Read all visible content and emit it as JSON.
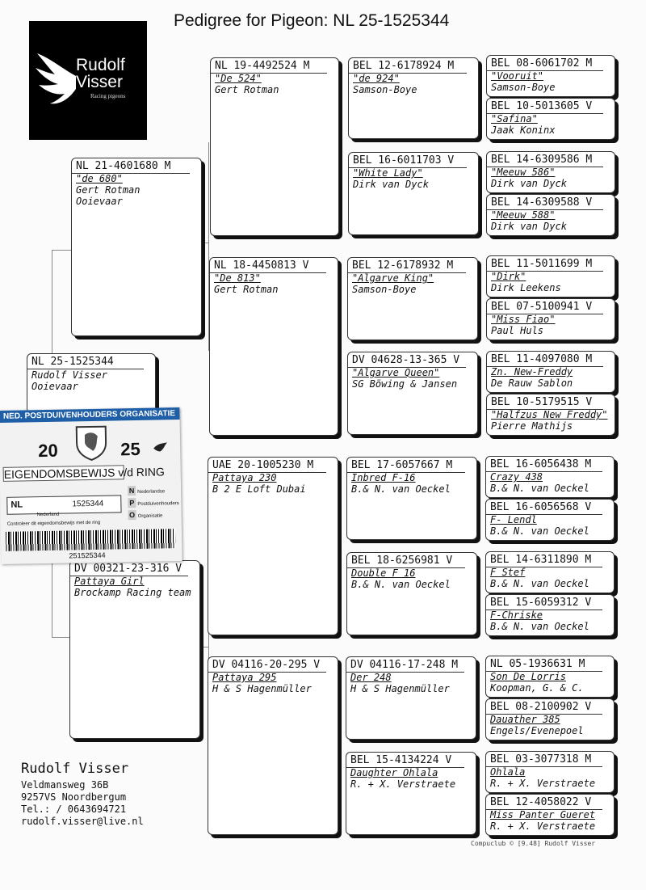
{
  "title": "Pedigree for Pigeon: NL  25-1525344",
  "logo": {
    "name_line1": "Rudolf",
    "name_line2": "Visser",
    "subtitle": "Racing pigeons",
    "icon": "wing-icon"
  },
  "pigeons": {
    "subject": {
      "ring": "NL  25-1525344",
      "name": "",
      "breeder": "Rudolf Visser",
      "extra": "Ooievaar"
    },
    "sire": {
      "ring": "NL  21-4601680 M",
      "name": "\"de 680\"",
      "breeder": "Gert Rotman",
      "extra": "Ooievaar"
    },
    "dam": {
      "ring": "DV  00321-23-316 V",
      "name": "Pattaya Girl",
      "breeder": "Brockamp Racing team"
    },
    "ss": {
      "ring": "NL  19-4492524 M",
      "name": "\"De 524\"",
      "breeder": "Gert Rotman"
    },
    "sd": {
      "ring": "NL  18-4450813 V",
      "name": "\"De 813\"",
      "breeder": "Gert Rotman"
    },
    "ds": {
      "ring": "UAE 20-1005230 M",
      "name": "Pattaya 230",
      "breeder": "B 2 E Loft Dubai"
    },
    "dd": {
      "ring": "DV  04116-20-295 V",
      "name": "Pattaya 295",
      "breeder": "H & S Hagenmüller"
    },
    "sss": {
      "ring": "BEL 12-6178924 M",
      "name": "\"de 924\"",
      "breeder": "Samson-Boye"
    },
    "ssd": {
      "ring": "BEL 16-6011703 V",
      "name": "\"White Lady\"",
      "breeder": "Dirk van Dyck"
    },
    "sds": {
      "ring": "BEL 12-6178932 M",
      "name": "\"Algarve King\"",
      "breeder": "Samson-Boye"
    },
    "sdd": {
      "ring": "DV  04628-13-365 V",
      "name": "\"Algarve Queen\"",
      "breeder": "SG Böwing & Jansen"
    },
    "dss": {
      "ring": "BEL 17-6057667 M",
      "name": "Inbred F-16",
      "breeder": "B.& N. van Oeckel"
    },
    "dsd": {
      "ring": "BEL 18-6256981 V",
      "name": "Double F 16",
      "breeder": "B.& N. van Oeckel"
    },
    "dds": {
      "ring": "DV  04116-17-248 M",
      "name": "Der 248",
      "breeder": "H & S Hagenmüller"
    },
    "ddd": {
      "ring": "BEL 15-4134224 V",
      "name": "Daughter Ohlala",
      "breeder": "R. + X. Verstraete"
    },
    "g1": {
      "ring": "BEL 08-6061702 M",
      "name": "\"Vooruit\"",
      "breeder": "Samson-Boye"
    },
    "g2": {
      "ring": "BEL 10-5013605 V",
      "name": "\"Safina\"",
      "breeder": "Jaak Koninx"
    },
    "g3": {
      "ring": "BEL 14-6309586 M",
      "name": "\"Meeuw 586\"",
      "breeder": "Dirk van Dyck"
    },
    "g4": {
      "ring": "BEL 14-6309588 V",
      "name": "\"Meeuw 588\"",
      "breeder": "Dirk van Dyck"
    },
    "g5": {
      "ring": "BEL 11-5011699 M",
      "name": "\"Dirk\"",
      "breeder": "Dirk Leekens"
    },
    "g6": {
      "ring": "BEL 07-5100941 V",
      "name": "\"Miss Fiao\"",
      "breeder": "Paul Huls"
    },
    "g7": {
      "ring": "BEL 11-4097080 M",
      "name": "Zn. New-Freddy",
      "breeder": "De Rauw Sablon"
    },
    "g8": {
      "ring": "BEL 10-5179515 V",
      "name": "\"Halfzus New Freddy\"",
      "breeder": "Pierre Mathijs"
    },
    "g9": {
      "ring": "BEL 16-6056438 M",
      "name": "Crazy 438",
      "breeder": "B.& N. van Oeckel"
    },
    "g10": {
      "ring": "BEL 16-6056568 V",
      "name": "F- Lendl",
      "breeder": "B.& N. van Oeckel"
    },
    "g11": {
      "ring": "BEL 14-6311890 M",
      "name": "F Stef",
      "breeder": "B.& N. van Oeckel"
    },
    "g12": {
      "ring": "BEL 15-6059312 V",
      "name": "F-Chriske",
      "breeder": "B.& N. van Oeckel"
    },
    "g13": {
      "ring": "NL  05-1936631 M",
      "name": "Son De Lorris",
      "breeder": "Koopman, G. & C."
    },
    "g14": {
      "ring": "BEL 08-2100902 V",
      "name": "Dauather 385",
      "breeder": "Engels/Evenepoel"
    },
    "g15": {
      "ring": "BEL 03-3077318 M",
      "name": "Ohlala",
      "breeder": "R. + X. Verstraete"
    },
    "g16": {
      "ring": "BEL 12-4058022 V",
      "name": "Miss Panter Gueret",
      "breeder": "R. + X. Verstraete"
    }
  },
  "breeder": {
    "name": "Rudolf Visser",
    "street": "Veldmansweg 36B",
    "city": "9257VS  Noordbergum",
    "phone": "Tel.: / 0643694721",
    "email": "rudolf.visser@live.nl"
  },
  "footer": "Compuclub © [9.48]  Rudolf Visser",
  "sticker": {
    "org": "NED. POSTDUIVENHOUDERS ORGANISATIE",
    "year_left": "20",
    "year_right": "25",
    "band": "EIGENDOMSBEWIJS v/d RING",
    "country": "NL",
    "ring_number": "1525344",
    "country_sub": "Nederland",
    "side1": "Nederlandse",
    "side2": "Postduivenhouders",
    "side3": "Organisatie",
    "control": "Controleer dit eigendomsbewijs met de ring",
    "barcode_number": "251525344",
    "accent": "#1f5fa8"
  }
}
